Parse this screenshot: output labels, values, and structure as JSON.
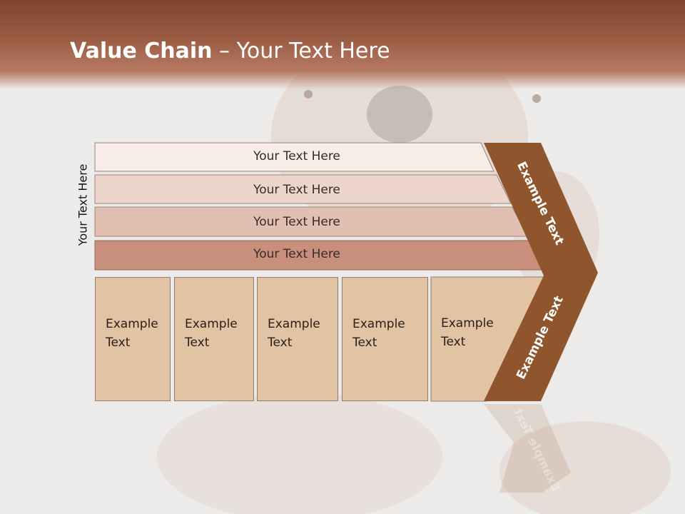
{
  "header": {
    "title_bold": "Value Chain",
    "title_rest": " – Your Text Here"
  },
  "side_label": "Your Text Here",
  "bars": [
    {
      "label": "Your Text Here",
      "color": "#f7ece8"
    },
    {
      "label": "Your Text Here",
      "color": "#ecd5cb"
    },
    {
      "label": "Your Text Here",
      "color": "#e1bfb1"
    },
    {
      "label": "Your Text Here",
      "color": "#c98f7d"
    }
  ],
  "columns": [
    {
      "line1": "Example",
      "line2": "Text"
    },
    {
      "line1": "Example",
      "line2": "Text"
    },
    {
      "line1": "Example",
      "line2": "Text"
    },
    {
      "line1": "Example",
      "line2": "Text"
    },
    {
      "line1": "Example",
      "line2": "Text"
    }
  ],
  "chevron": {
    "top_text": "Example Text",
    "bottom_text": "Example Text",
    "color": "#8f562d"
  },
  "colors": {
    "header": "#8e523b",
    "column_fill": "#e2c3a4"
  }
}
